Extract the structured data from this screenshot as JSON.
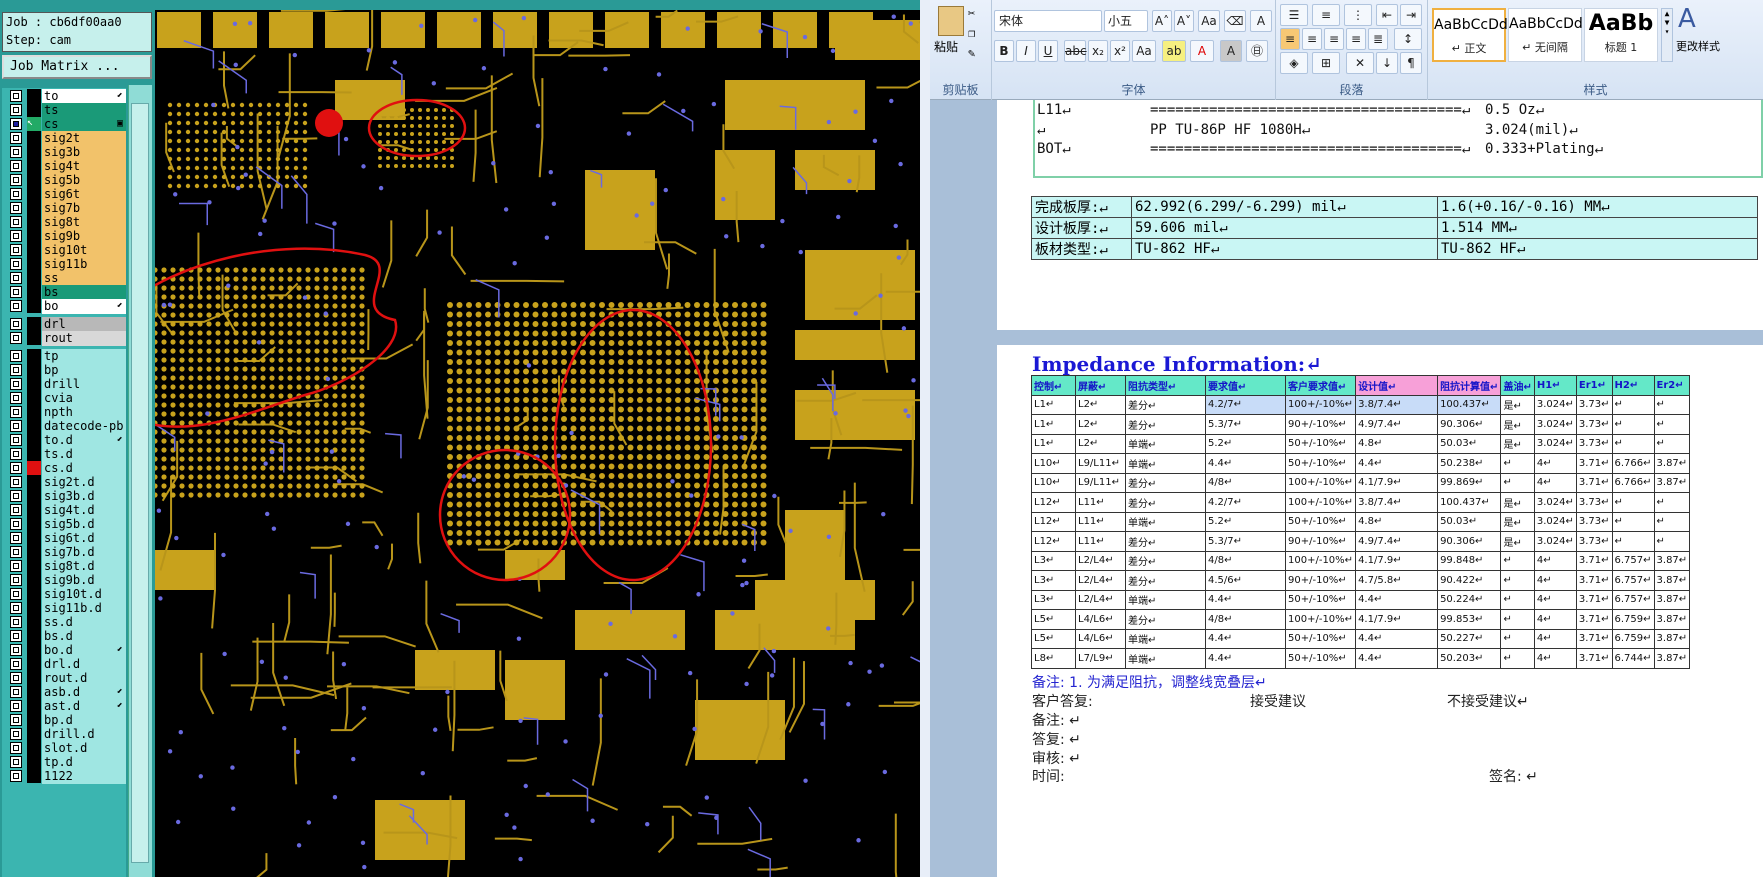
{
  "cam": {
    "job_label": "Job : cb6df00aa0",
    "step_label": "Step: cam",
    "job_matrix_label": "Job Matrix ...",
    "layers": [
      {
        "name": "to",
        "bg": "#ffffff",
        "flag": "⬋"
      },
      {
        "name": "ts",
        "bg": "#1a9a78",
        "flag": ""
      },
      {
        "name": "cs",
        "bg": "#1a9a78",
        "flag": "▣"
      },
      {
        "name": "sig2t",
        "bg": "#f2c26a",
        "flag": ""
      },
      {
        "name": "sig3b",
        "bg": "#f2c26a",
        "flag": ""
      },
      {
        "name": "sig4t",
        "bg": "#f2c26a",
        "flag": ""
      },
      {
        "name": "sig5b",
        "bg": "#f2c26a",
        "flag": ""
      },
      {
        "name": "sig6t",
        "bg": "#f2c26a",
        "flag": ""
      },
      {
        "name": "sig7b",
        "bg": "#f2c26a",
        "flag": ""
      },
      {
        "name": "sig8t",
        "bg": "#f2c26a",
        "flag": ""
      },
      {
        "name": "sig9b",
        "bg": "#f2c26a",
        "flag": ""
      },
      {
        "name": "sig10t",
        "bg": "#f2c26a",
        "flag": ""
      },
      {
        "name": "sig11b",
        "bg": "#f2c26a",
        "flag": ""
      },
      {
        "name": "ss",
        "bg": "#f2c26a",
        "flag": ""
      },
      {
        "name": "bs",
        "bg": "#1a9a78",
        "flag": ""
      },
      {
        "name": "bo",
        "bg": "#ffffff",
        "flag": "⬋"
      },
      {
        "name": "drl",
        "bg": "#b8b8b8",
        "flag": ""
      },
      {
        "name": "rout",
        "bg": "#d8d8d8",
        "flag": ""
      },
      {
        "name": "tp",
        "bg": "#9fe6e2",
        "flag": ""
      },
      {
        "name": "bp",
        "bg": "#9fe6e2",
        "flag": ""
      },
      {
        "name": "drill",
        "bg": "#9fe6e2",
        "flag": ""
      },
      {
        "name": "cvia",
        "bg": "#9fe6e2",
        "flag": ""
      },
      {
        "name": "npth",
        "bg": "#9fe6e2",
        "flag": ""
      },
      {
        "name": "datecode-pb",
        "bg": "#9fe6e2",
        "flag": ""
      },
      {
        "name": "to.d",
        "bg": "#9fe6e2",
        "flag": "⬋"
      },
      {
        "name": "ts.d",
        "bg": "#9fe6e2",
        "flag": ""
      },
      {
        "name": "cs.d",
        "bg": "#9fe6e2",
        "flag": ""
      },
      {
        "name": "sig2t.d",
        "bg": "#9fe6e2",
        "flag": ""
      },
      {
        "name": "sig3b.d",
        "bg": "#9fe6e2",
        "flag": ""
      },
      {
        "name": "sig4t.d",
        "bg": "#9fe6e2",
        "flag": ""
      },
      {
        "name": "sig5b.d",
        "bg": "#9fe6e2",
        "flag": ""
      },
      {
        "name": "sig6t.d",
        "bg": "#9fe6e2",
        "flag": ""
      },
      {
        "name": "sig7b.d",
        "bg": "#9fe6e2",
        "flag": ""
      },
      {
        "name": "sig8t.d",
        "bg": "#9fe6e2",
        "flag": ""
      },
      {
        "name": "sig9b.d",
        "bg": "#9fe6e2",
        "flag": ""
      },
      {
        "name": "sig10t.d",
        "bg": "#9fe6e2",
        "flag": ""
      },
      {
        "name": "sig11b.d",
        "bg": "#9fe6e2",
        "flag": ""
      },
      {
        "name": "ss.d",
        "bg": "#9fe6e2",
        "flag": ""
      },
      {
        "name": "bs.d",
        "bg": "#9fe6e2",
        "flag": ""
      },
      {
        "name": "bo.d",
        "bg": "#9fe6e2",
        "flag": "⬋"
      },
      {
        "name": "drl.d",
        "bg": "#9fe6e2",
        "flag": ""
      },
      {
        "name": "rout.d",
        "bg": "#9fe6e2",
        "flag": ""
      },
      {
        "name": "asb.d",
        "bg": "#9fe6e2",
        "flag": "⬋"
      },
      {
        "name": "ast.d",
        "bg": "#9fe6e2",
        "flag": "⬋"
      },
      {
        "name": "bp.d",
        "bg": "#9fe6e2",
        "flag": ""
      },
      {
        "name": "drill.d",
        "bg": "#9fe6e2",
        "flag": ""
      },
      {
        "name": "slot.d",
        "bg": "#9fe6e2",
        "flag": ""
      },
      {
        "name": "tp.d",
        "bg": "#9fe6e2",
        "flag": ""
      },
      {
        "name": "1122",
        "bg": "#9fe6e2",
        "flag": ""
      }
    ],
    "board_colors": {
      "copper": "#c8a21c",
      "trace": "#b8951a",
      "via": "#6a6ae0",
      "mark": "#e01010"
    }
  },
  "word": {
    "ribbon": {
      "paste_label": "粘贴",
      "clipboard_label": "剪贴板",
      "font_name": "宋体",
      "font_size": "小五",
      "font_group_label": "字体",
      "paragraph_label": "段落",
      "styles_label": "样式",
      "change_styles_label": "更改样式",
      "styles": [
        {
          "preview": "AaBbCcDd",
          "name": "↵ 正文"
        },
        {
          "preview": "AaBbCcDd",
          "name": "↵ 无间隔"
        },
        {
          "preview": "AaBb",
          "name": "标题 1"
        }
      ]
    },
    "stackup_rows": [
      {
        "layer": "L11↵",
        "mid": "=====================================↵",
        "val": "0.5 Oz↵"
      },
      {
        "layer": "↵",
        "mid": "PP    TU-86P HF    1080H↵",
        "val": "3.024(mil)↵"
      },
      {
        "layer": "BOT↵",
        "mid": "=====================================↵",
        "val": "0.333+Plating↵"
      }
    ],
    "summary": [
      [
        "完成板厚:↵",
        "62.992(6.299/-6.299) mil↵",
        "1.6(+0.16/-0.16) MM↵"
      ],
      [
        "设计板厚:↵",
        "59.606 mil↵",
        "1.514 MM↵"
      ],
      [
        "板材类型:↵",
        "TU-862 HF↵",
        "TU-862 HF↵"
      ]
    ],
    "impedance_title": "Impedance Information:↵",
    "impedance_headers": [
      "控制↵",
      "屏蔽↵",
      "阻抗类型↵",
      "要求值↵",
      "客户要求值↵",
      "设计值↵",
      "阻抗计算值↵",
      "盖油↵",
      "H1↵",
      "Er1↵",
      "H2↵",
      "Er2↵"
    ],
    "impedance_rows": [
      [
        "L1↵",
        "L2↵",
        "差分↵",
        "4.2/7↵",
        "100+/-10%↵",
        "3.8/7.4↵",
        "100.437↵",
        "是↵",
        "3.024↵",
        "3.73↵",
        "↵",
        "↵"
      ],
      [
        "L1↵",
        "L2↵",
        "差分↵",
        "5.3/7↵",
        "90+/-10%↵",
        "4.9/7.4↵",
        "90.306↵",
        "是↵",
        "3.024↵",
        "3.73↵",
        "↵",
        "↵"
      ],
      [
        "L1↵",
        "L2↵",
        "单端↵",
        "5.2↵",
        "50+/-10%↵",
        "4.8↵",
        "50.03↵",
        "是↵",
        "3.024↵",
        "3.73↵",
        "↵",
        "↵"
      ],
      [
        "L10↵",
        "L9/L11↵",
        "单端↵",
        "4.4↵",
        "50+/-10%↵",
        "4.4↵",
        "50.238↵",
        "↵",
        "4↵",
        "3.71↵",
        "6.766↵",
        "3.87↵"
      ],
      [
        "L10↵",
        "L9/L11↵",
        "差分↵",
        "4/8↵",
        "100+/-10%↵",
        "4.1/7.9↵",
        "99.869↵",
        "↵",
        "4↵",
        "3.71↵",
        "6.766↵",
        "3.87↵"
      ],
      [
        "L12↵",
        "L11↵",
        "差分↵",
        "4.2/7↵",
        "100+/-10%↵",
        "3.8/7.4↵",
        "100.437↵",
        "是↵",
        "3.024↵",
        "3.73↵",
        "↵",
        "↵"
      ],
      [
        "L12↵",
        "L11↵",
        "单端↵",
        "5.2↵",
        "50+/-10%↵",
        "4.8↵",
        "50.03↵",
        "是↵",
        "3.024↵",
        "3.73↵",
        "↵",
        "↵"
      ],
      [
        "L12↵",
        "L11↵",
        "差分↵",
        "5.3/7↵",
        "90+/-10%↵",
        "4.9/7.4↵",
        "90.306↵",
        "是↵",
        "3.024↵",
        "3.73↵",
        "↵",
        "↵"
      ],
      [
        "L3↵",
        "L2/L4↵",
        "差分↵",
        "4/8↵",
        "100+/-10%↵",
        "4.1/7.9↵",
        "99.848↵",
        "↵",
        "4↵",
        "3.71↵",
        "6.757↵",
        "3.87↵"
      ],
      [
        "L3↵",
        "L2/L4↵",
        "差分↵",
        "4.5/6↵",
        "90+/-10%↵",
        "4.7/5.8↵",
        "90.422↵",
        "↵",
        "4↵",
        "3.71↵",
        "6.757↵",
        "3.87↵"
      ],
      [
        "L3↵",
        "L2/L4↵",
        "单端↵",
        "4.4↵",
        "50+/-10%↵",
        "4.4↵",
        "50.224↵",
        "↵",
        "4↵",
        "3.71↵",
        "6.757↵",
        "3.87↵"
      ],
      [
        "L5↵",
        "L4/L6↵",
        "差分↵",
        "4/8↵",
        "100+/-10%↵",
        "4.1/7.9↵",
        "99.853↵",
        "↵",
        "4↵",
        "3.71↵",
        "6.759↵",
        "3.87↵"
      ],
      [
        "L5↵",
        "L4/L6↵",
        "单端↵",
        "4.4↵",
        "50+/-10%↵",
        "4.4↵",
        "50.227↵",
        "↵",
        "4↵",
        "3.71↵",
        "6.759↵",
        "3.87↵"
      ],
      [
        "L8↵",
        "L7/L9↵",
        "单端↵",
        "4.4↵",
        "50+/-10%↵",
        "4.4↵",
        "50.203↵",
        "↵",
        "4↵",
        "3.71↵",
        "6.744↵",
        "3.87↵"
      ]
    ],
    "remark": "备注: 1. 为满足阻抗，调整线宽叠层↵",
    "customer_reply": "客户答复:",
    "accept": "接受建议",
    "reject": "不接受建议↵",
    "note_label": "备注: ↵",
    "answer_label": "答复: ↵",
    "review_label": "审核: ↵",
    "time_label": "时间:",
    "sign_label": "签名: ↵"
  }
}
